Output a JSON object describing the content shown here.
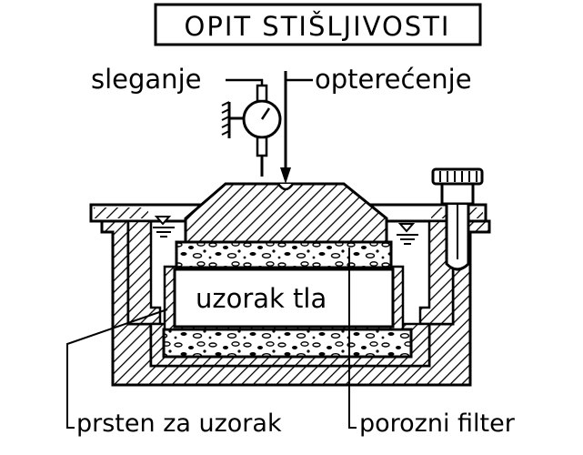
{
  "title": "OPIT STIŠLJIVOSTI",
  "labels": {
    "settlement": "sleganje",
    "load": "opterećenje",
    "sample": "uzorak tla",
    "ring": "prsten za uzorak",
    "filter": "porozni filter"
  },
  "colors": {
    "ink": "#000000",
    "paper": "#ffffff"
  }
}
